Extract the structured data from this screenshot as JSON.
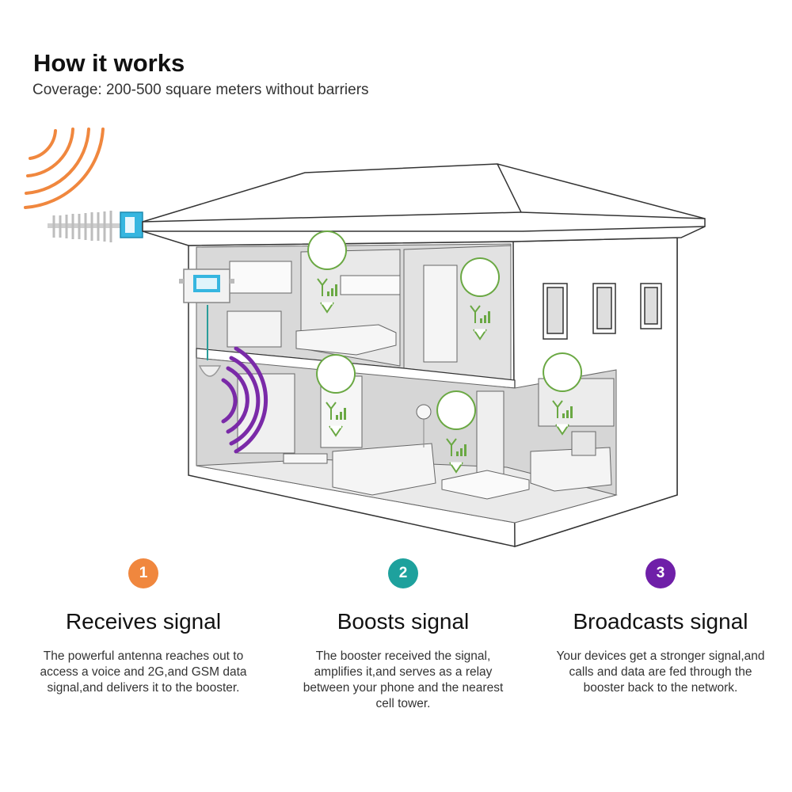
{
  "header": {
    "title": "How it works",
    "subtitle": "Coverage: 200-500 square meters without barriers"
  },
  "steps": [
    {
      "number": "1",
      "heading": "Receives signal",
      "description": "The powerful antenna reaches out to access a voice and 2G,and GSM data signal,and delivers it to the booster.",
      "color": "#f0873e"
    },
    {
      "number": "2",
      "heading": "Boosts signal",
      "description": "The booster received the signal, amplifies it,and serves as a relay between your phone and the nearest cell tower.",
      "color": "#1ea19d"
    },
    {
      "number": "3",
      "heading": "Broadcasts signal",
      "description": "Your devices get a stronger signal,and calls and data are fed through the booster back to the network.",
      "color": "#6f1fa8"
    }
  ],
  "colors": {
    "outdoor_wave": "#f0873e",
    "indoor_wave": "#7a2aa8",
    "signal_pin": "#6aa843",
    "antenna_box": "#36b6e0",
    "cable": "#f0873e",
    "indoor_cable": "#2a9d9a"
  }
}
